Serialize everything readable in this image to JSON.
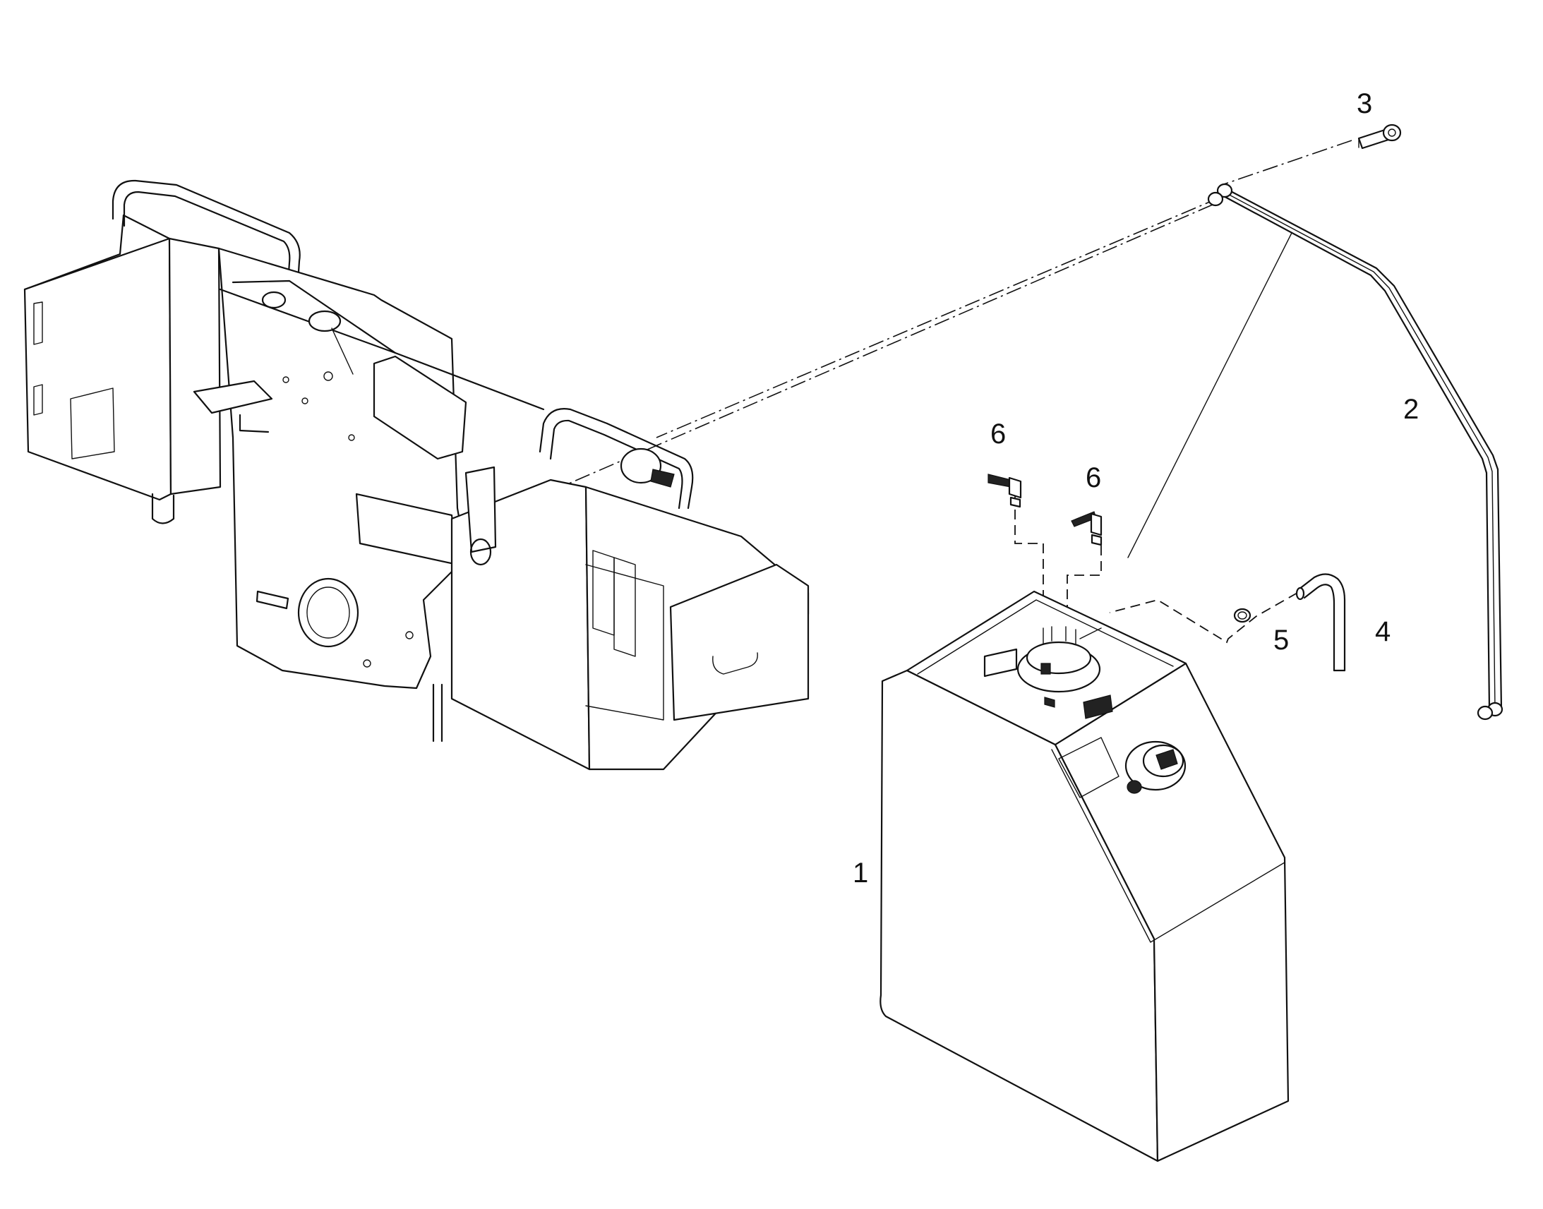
{
  "labels": {
    "tank": "1",
    "strap": "2",
    "bolt": "3",
    "hose": "4",
    "clamp": "5",
    "fitting_a": "6",
    "fitting_b": "6"
  }
}
